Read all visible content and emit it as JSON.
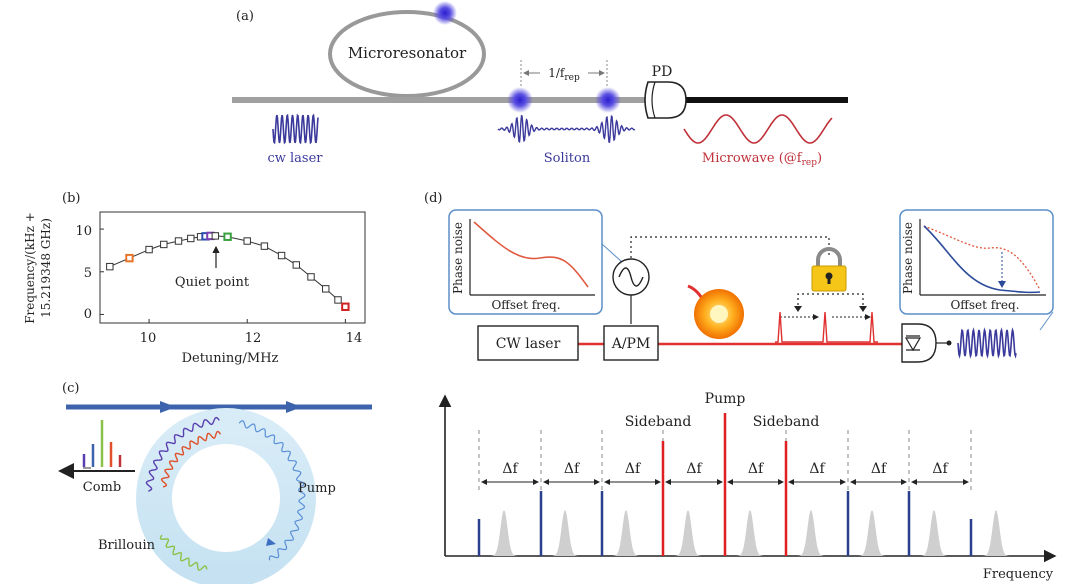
{
  "panel_a": {
    "label": "(a)",
    "microresonator": "Microresonator",
    "frep_label": "1/f",
    "frep_sub": "rep",
    "pd": "PD",
    "cw_laser": "cw laser",
    "soliton": "Soliton",
    "microwave": "Microwave (@f",
    "microwave_sub": "rep",
    "microwave_close": ")"
  },
  "panel_b": {
    "label": "(b)",
    "ylabel_line1": "Frequency/(kHz +",
    "ylabel_line2": "15.219348 GHz)",
    "xlabel": "Detuning/MHz",
    "annotation": "Quiet point",
    "xticks": [
      "10",
      "12",
      "14"
    ],
    "yticks": [
      "0",
      "5",
      "10"
    ]
  },
  "panel_c": {
    "label": "(c)",
    "comb": "Comb",
    "pump": "Pump",
    "brillouin": "Brillouin"
  },
  "panel_d": {
    "label": "(d)",
    "cw_laser": "CW laser",
    "apm": "A/PM",
    "inset_left": {
      "ylabel": "Phase noise",
      "xlabel": "Offset freq."
    },
    "inset_right": {
      "ylabel": "Phase noise",
      "xlabel": "Offset freq."
    }
  },
  "panel_e": {
    "pump": "Pump",
    "sideband_left": "Sideband",
    "sideband_right": "Sideband",
    "delta_f": "Δf",
    "xlabel": "Frequency"
  },
  "colors": {
    "soliton_blue": "#3b3a9c",
    "microwave_red": "#c0313a",
    "fiber_red": "#e03030",
    "box_blue": "#5b8fc9",
    "pump_red": "#e02020",
    "comb_blue": "#2b3f8f"
  },
  "chart_data": {
    "type": "scatter",
    "title": "",
    "xlabel": "Detuning/MHz",
    "ylabel": "Frequency/(kHz + 15.219348 GHz)",
    "xlim": [
      9,
      14.4
    ],
    "ylim": [
      -1,
      12
    ],
    "points": [
      {
        "x": 9.2,
        "y": 5.6,
        "color": "gray"
      },
      {
        "x": 9.6,
        "y": 6.6,
        "color": "orange"
      },
      {
        "x": 10.0,
        "y": 7.6,
        "color": "gray"
      },
      {
        "x": 10.3,
        "y": 8.2,
        "color": "gray"
      },
      {
        "x": 10.6,
        "y": 8.6,
        "color": "gray"
      },
      {
        "x": 10.85,
        "y": 8.9,
        "color": "gray"
      },
      {
        "x": 11.05,
        "y": 9.1,
        "color": "gray"
      },
      {
        "x": 11.15,
        "y": 9.15,
        "color": "blue"
      },
      {
        "x": 11.25,
        "y": 9.2,
        "color": "purple"
      },
      {
        "x": 11.35,
        "y": 9.2,
        "color": "gray"
      },
      {
        "x": 11.6,
        "y": 9.1,
        "color": "green"
      },
      {
        "x": 12.0,
        "y": 8.6,
        "color": "gray"
      },
      {
        "x": 12.35,
        "y": 8.0,
        "color": "gray"
      },
      {
        "x": 12.7,
        "y": 6.9,
        "color": "gray"
      },
      {
        "x": 13.0,
        "y": 5.8,
        "color": "gray"
      },
      {
        "x": 13.3,
        "y": 4.4,
        "color": "gray"
      },
      {
        "x": 13.6,
        "y": 3.0,
        "color": "gray"
      },
      {
        "x": 13.85,
        "y": 1.7,
        "color": "gray"
      },
      {
        "x": 14.0,
        "y": 0.9,
        "color": "red"
      }
    ]
  }
}
